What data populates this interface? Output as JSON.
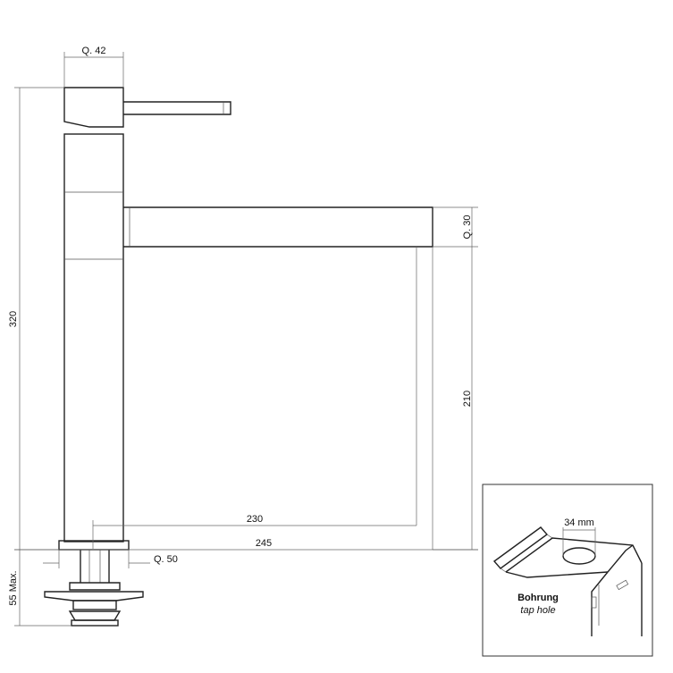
{
  "dimensions": {
    "top_square": "Q. 42",
    "spout_square": "Q. 30",
    "total_height": "320",
    "spout_height": "210",
    "reach_inner": "230",
    "reach_outer": "245",
    "base_square": "Q. 50",
    "max_thickness": "55 Max."
  },
  "inset": {
    "hole_size": "34 mm",
    "label_de": "Bohrung",
    "label_en": "tap hole"
  }
}
